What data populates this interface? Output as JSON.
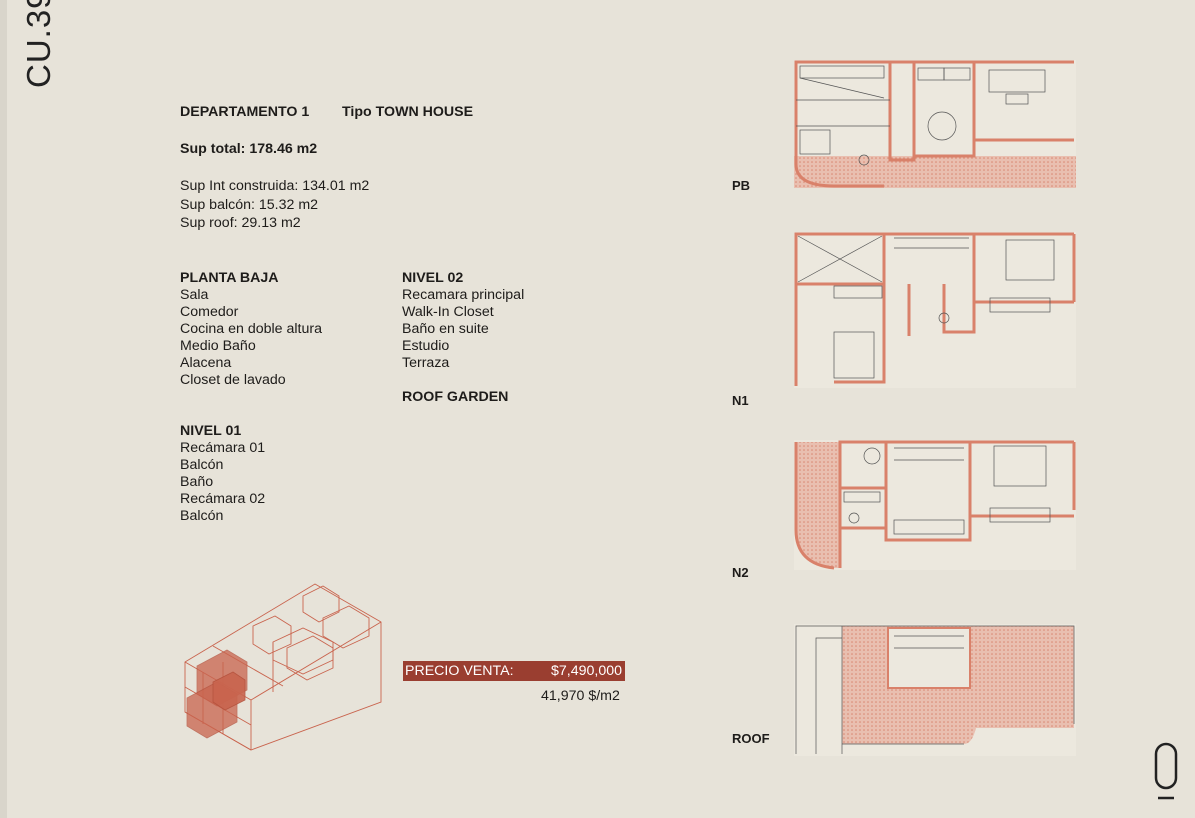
{
  "sheet_code": "CU.39",
  "header": {
    "unit": "DEPARTAMENTO 1",
    "type": "Tipo TOWN HOUSE"
  },
  "areas": {
    "total": "Sup total: 178.46 m2",
    "interior": "Sup Int construida: 134.01 m2",
    "balcony": "Sup balcón: 15.32 m2",
    "roof": "Sup roof: 29.13 m2"
  },
  "levels": {
    "planta_baja": {
      "title": "PLANTA BAJA",
      "items": [
        "Sala",
        "Comedor",
        "Cocina en doble altura",
        "Medio Baño",
        "Alacena",
        "Closet de lavado"
      ]
    },
    "nivel_01": {
      "title": "NIVEL 01",
      "items": [
        "Recámara 01",
        "Balcón",
        "Baño",
        "Recámara 02",
        "Balcón"
      ]
    },
    "nivel_02": {
      "title": "NIVEL 02",
      "items": [
        "Recamara principal",
        "Walk-In Closet",
        "Baño en suite",
        "Estudio",
        "Terraza"
      ]
    },
    "roof_garden": {
      "title": "ROOF GARDEN"
    }
  },
  "price": {
    "label": "PRECIO VENTA:",
    "value": "$7,490,000",
    "per_m2": "41,970 $/m2"
  },
  "plans": [
    {
      "label": "PB"
    },
    {
      "label": "N1"
    },
    {
      "label": "N2"
    },
    {
      "label": "ROOF"
    }
  ],
  "colors": {
    "background": "#e7e3d9",
    "accent": "#9a3e30",
    "wall": "#d9816a"
  }
}
